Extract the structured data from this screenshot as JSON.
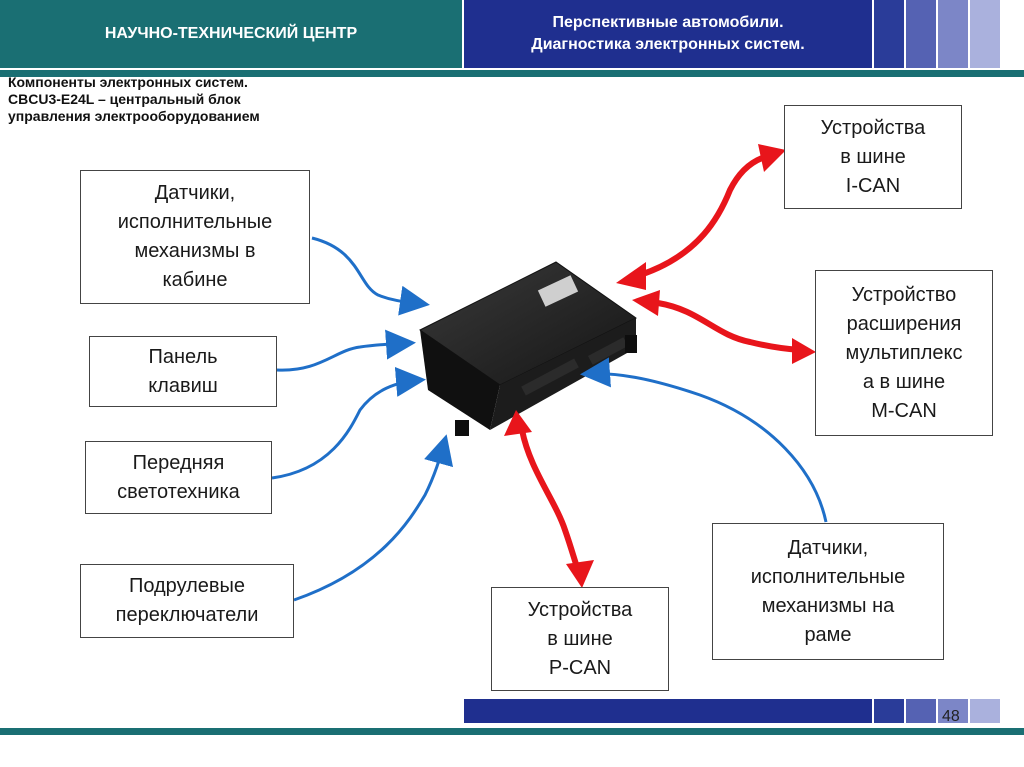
{
  "header": {
    "left_title": "НАУЧНО-ТЕХНИЧЕСКИЙ ЦЕНТР",
    "main_title_line1": "Перспективные автомобили.",
    "main_title_line2": "Диагностика электронных систем."
  },
  "subtitle": {
    "line1": "Компоненты электронных систем.",
    "line2": "CBCU3-E24L – центральный блок",
    "line3": "управления электрооборудованием"
  },
  "boxes": {
    "cabin": [
      "Датчики,",
      "исполнительные",
      "механизмы в",
      "кабине"
    ],
    "keypad": [
      "Панель",
      "клавиш"
    ],
    "front_lights": [
      "Передняя",
      "светотехника"
    ],
    "steering": [
      "Подрулевые",
      "переключатели"
    ],
    "i_can": [
      "Устройства",
      "в шине",
      "I-CAN"
    ],
    "m_can": [
      "Устройство",
      "расширения",
      "мультиплекс",
      "а в шине",
      "M-CAN"
    ],
    "p_can": [
      "Устройства",
      "в шине",
      "P-CAN"
    ],
    "frame": [
      "Датчики,",
      "исполнительные",
      "механизмы на",
      "раме"
    ]
  },
  "colors": {
    "teal": "#1a6f73",
    "navy": "#1f2f8f",
    "arrow_blue": "#1f6fc8",
    "arrow_red": "#e8151b"
  },
  "page_number": "48"
}
